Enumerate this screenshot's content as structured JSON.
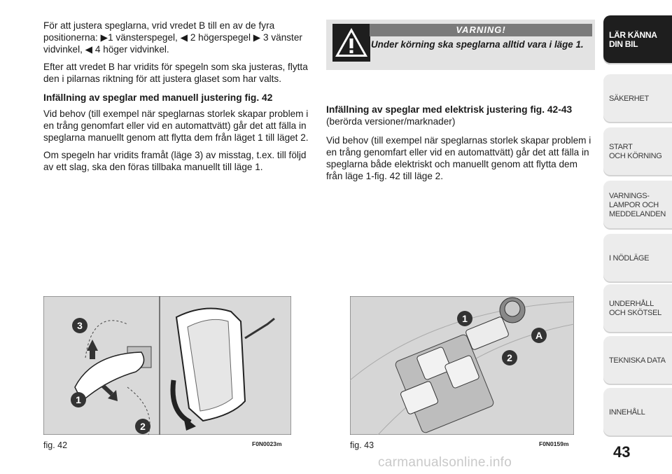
{
  "left_column": {
    "para1": "För att justera speglarna, vrid vredet B till en av de fyra positionerna: ▶1 vänsterspegel, ◀ 2 högerspegel ▶ 3 vänster vidvinkel, ◀ 4 höger vidvinkel.",
    "para2": "Efter att vredet B har vridits för spegeln som ska justeras, flytta den i pilarnas riktning för att justera glaset som har valts.",
    "heading": "Infällning av speglar med manuell justering fig. 42",
    "para3": "Vid behov (till exempel när speglarnas storlek skapar problem i en trång genomfart eller vid en automattvätt) går det att fälla in speglarna manuellt genom att flytta dem från läget 1 till läget 2.",
    "para4": "Om spegeln har vridits framåt (läge 3) av misstag, t.ex. till följd av ett slag, ska den föras tillbaka manuellt till läge 1."
  },
  "warning": {
    "title": "VARNING!",
    "text": "Under körning ska speglarna alltid vara i läge 1."
  },
  "right_column": {
    "heading": "Infällning av speglar med elektrisk justering fig. 42-43",
    "subheading": "(berörda versioner/marknader)",
    "para": "Vid behov (till exempel när speglarnas storlek skapar problem i en trång genomfart eller vid en automattvätt) går det att fälla in speglarna både elektriskt och manuellt genom att flytta dem från läge 1-fig. 42 till läge 2."
  },
  "sidebar": [
    "LÄR KÄNNA\nDIN BIL",
    "SÄKERHET",
    "START\nOCH KÖRNING",
    "VARNINGS-\nLAMPOR OCH\nMEDDELANDEN",
    "I NÖDLÄGE",
    "UNDERHÅLL\nOCH SKÖTSEL",
    "TEKNISKA DATA",
    "INNEHÅLL"
  ],
  "figures": {
    "fig42_caption": "fig. 42",
    "fig42_code": "F0N0023m",
    "fig42_labels": [
      "3",
      "1",
      "2"
    ],
    "fig43_caption": "fig. 43",
    "fig43_code": "F0N0159m",
    "fig43_labels": [
      "1",
      "A",
      "2"
    ]
  },
  "page_number": "43",
  "watermark": "carmanualsonline.info"
}
